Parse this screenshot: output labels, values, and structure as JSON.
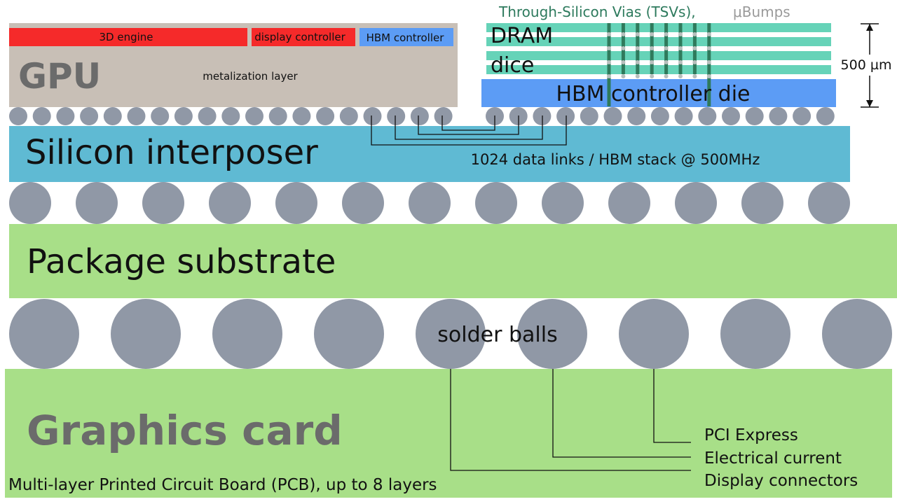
{
  "gpu": {
    "label": "GPU",
    "metalization": "metalization layer",
    "blocks": [
      {
        "label": "3D engine",
        "color": "#f52a2a"
      },
      {
        "label": "display controller",
        "color": "#f52a2a"
      },
      {
        "label": "HBM controller",
        "color": "#5c9cf5"
      }
    ]
  },
  "hbm": {
    "tsv_label": "Through-Silicon Vias (TSVs),",
    "ubumps_label": "μBumps",
    "dram_line1": "DRAM",
    "dram_line2": "dice",
    "controller_die": "HBM controller die",
    "height_label": "500 µm"
  },
  "interposer": {
    "label": "Silicon interposer",
    "links_label": "1024 data links / HBM stack @ 500MHz"
  },
  "package": {
    "label": "Package substrate"
  },
  "solder": {
    "label": "solder balls"
  },
  "card": {
    "label": "Graphics card",
    "pcb_label": "Multi-layer Printed Circuit Board (PCB), up to 8 layers"
  },
  "connections": [
    {
      "label": "PCI Express"
    },
    {
      "label": "Electrical current"
    },
    {
      "label": "Display connectors"
    }
  ],
  "colors": {
    "gpu_die": "#c8bfb6",
    "interposer": "#5fbad3",
    "green": "#a8df88",
    "dram": "#66d3b8",
    "tsv": "#2f7a5c",
    "hbm_die": "#5c9cf5",
    "ball": "#9098a6",
    "tsv_text": "#2d7a5d",
    "gray_text": "#6b6b6b"
  }
}
